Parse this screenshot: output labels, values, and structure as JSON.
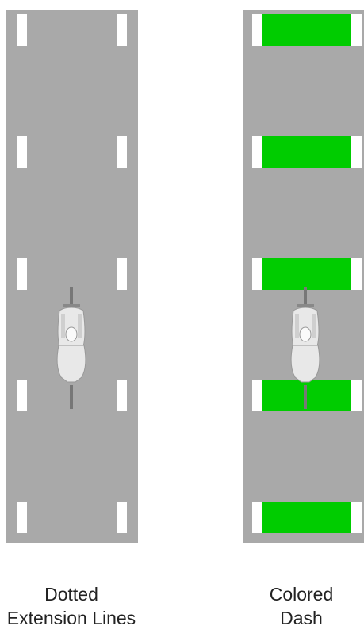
{
  "panels": [
    {
      "style": "dotted-extension-lines",
      "caption_lines": [
        "Dotted",
        "Extension Lines"
      ],
      "dash_fill": "#ffffff",
      "dash_count": 5
    },
    {
      "style": "colored-dash",
      "caption_lines": [
        "Colored",
        "Dash"
      ],
      "dash_fill": "#00cc00",
      "dash_count": 5
    }
  ],
  "colors": {
    "pavement": "#a9a9a9",
    "lane_line": "#ffffff",
    "green_paint": "#00cc00",
    "cyclist": "#e8e8e8"
  },
  "icon": "cyclist-top-view-icon"
}
